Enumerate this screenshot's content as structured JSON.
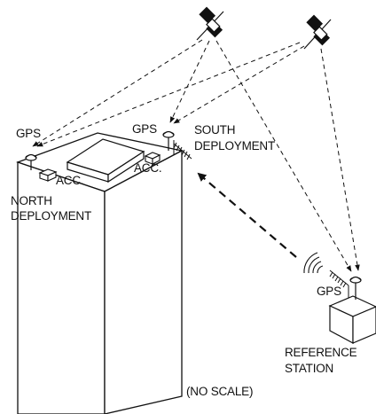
{
  "labels": {
    "gps_north": "GPS",
    "gps_south": "GPS",
    "gps_reference": "GPS",
    "south_deployment_line1": "SOUTH",
    "south_deployment_line2": "DEPLOYMENT",
    "north_deployment_line1": "NORTH",
    "north_deployment_line2": "DEPLOYMENT",
    "acc_north": "ACC.",
    "acc_south": "ACC.",
    "reference_station_line1": "REFERENCE",
    "reference_station_line2": "STATION",
    "scale_note": "(NO SCALE)"
  },
  "icons": {
    "satellite": "satellite-icon",
    "gps_antenna": "gps-antenna-icon",
    "radio_antenna": "radio-antenna-icon",
    "radio_waves": "radio-waves-icon"
  },
  "colors": {
    "line": "#111111",
    "background": "#ffffff"
  }
}
